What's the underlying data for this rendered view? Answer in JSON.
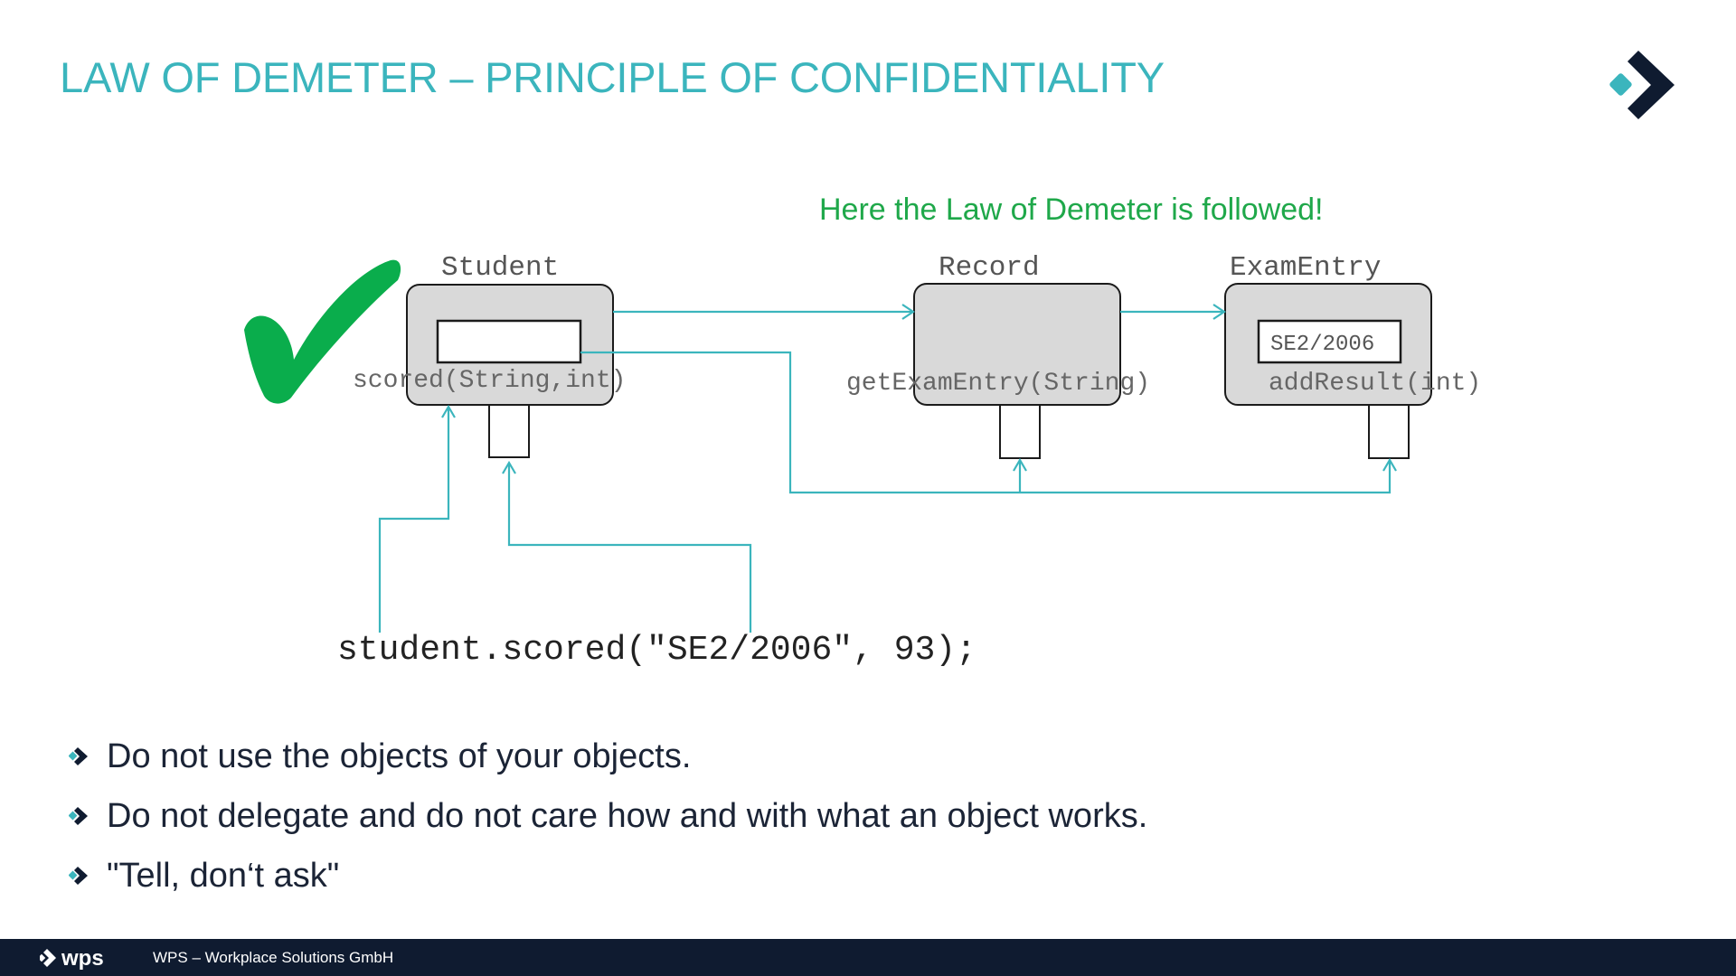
{
  "slide": {
    "title": "LAW OF DEMETER – PRINCIPLE OF CONFIDENTIALITY"
  },
  "diagram": {
    "caption": "Here the Law of Demeter is followed!",
    "objects": [
      {
        "name": "Student",
        "method": "scored(String,int)"
      },
      {
        "name": "Record",
        "method": "getExamEntry(String)"
      },
      {
        "name": "ExamEntry",
        "method": "addResult(int)",
        "field_value": "SE2/2006"
      }
    ],
    "call": "student.scored(\"SE2/2006\", 93);"
  },
  "bullets": [
    "Do not use the objects of your objects.",
    "Do not delegate and do not care how and with what an object works.",
    "\"Tell, don‘t ask\""
  ],
  "footer": {
    "logo_text": "wps",
    "company": "WPS – Workplace Solutions GmbH"
  },
  "colors": {
    "accent": "#3bb5bd",
    "caption": "#1fa84a",
    "checkmark": "#0aad4c",
    "box_fill": "#d9d9d9",
    "dark": "#0f1b30"
  }
}
